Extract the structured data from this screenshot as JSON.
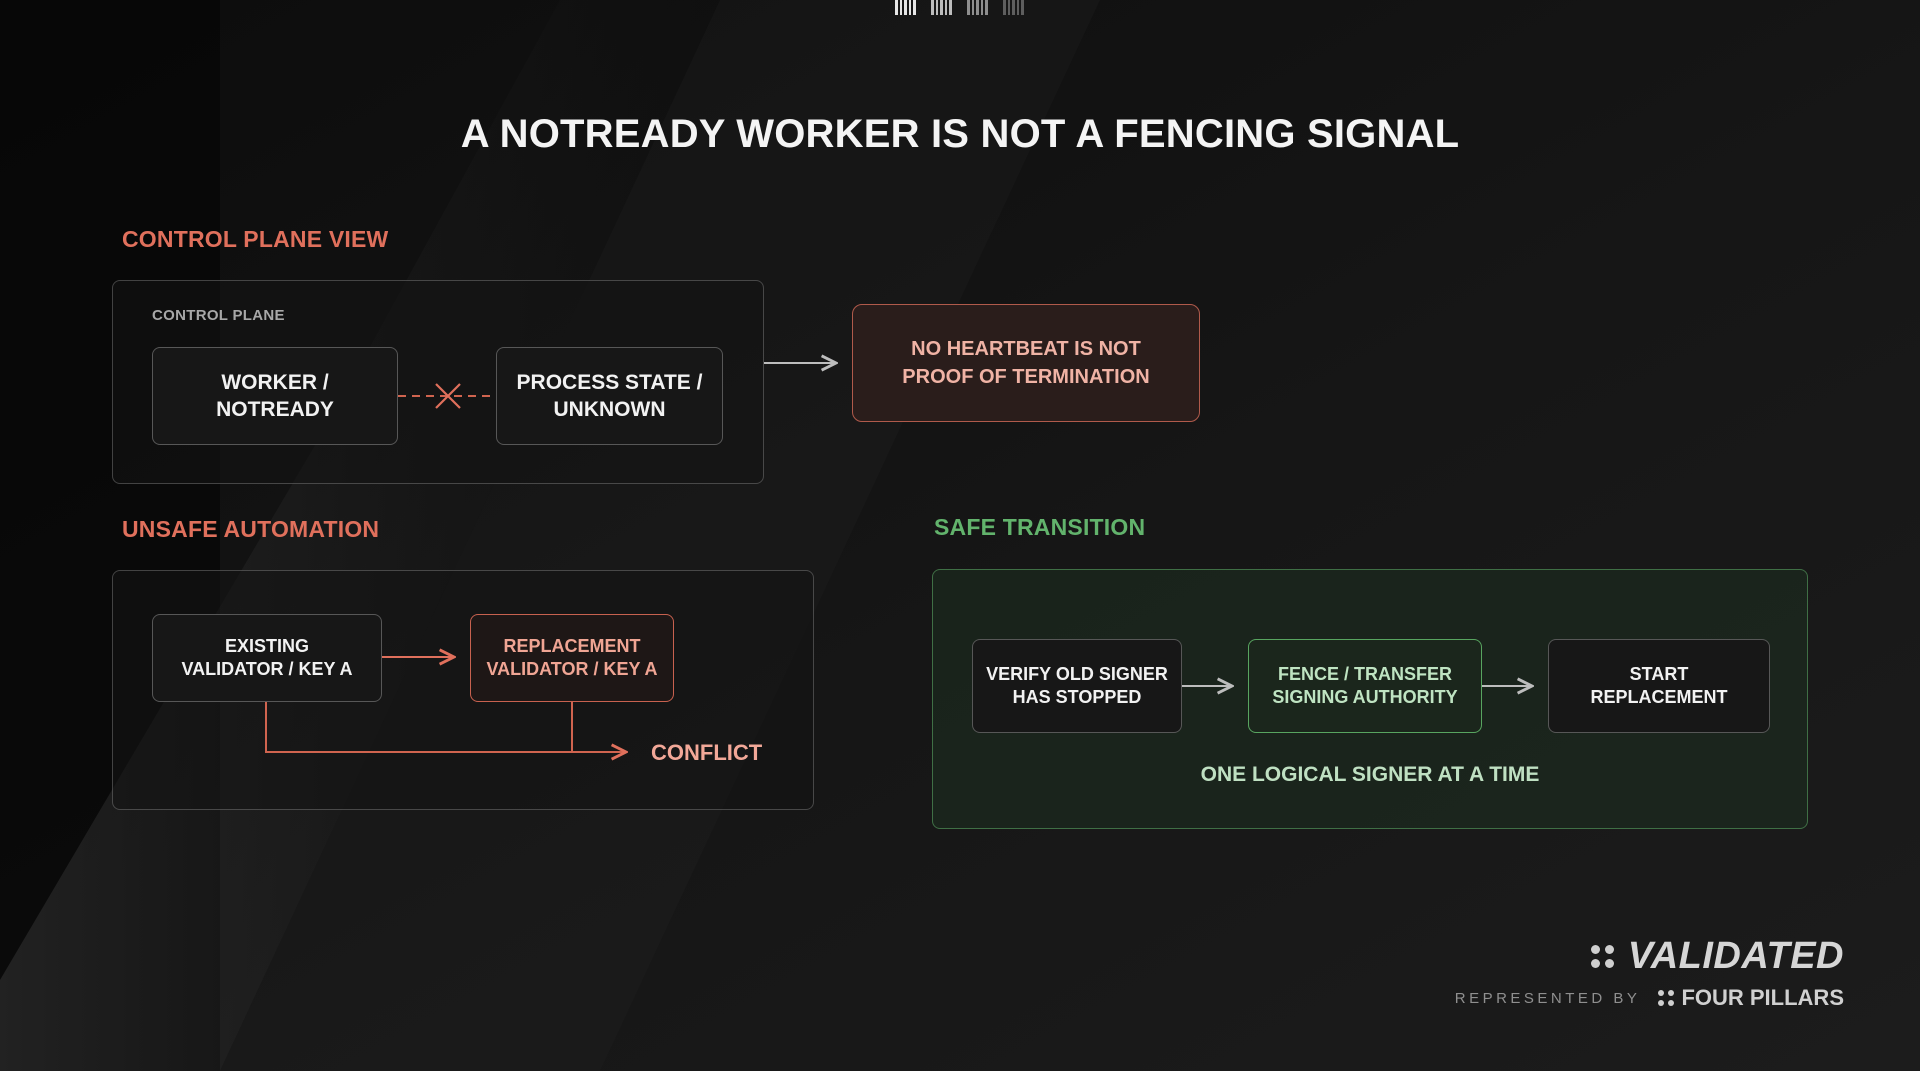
{
  "title": "A NOTREADY WORKER IS NOT A FENCING SIGNAL",
  "control_plane_view": {
    "section_label": "CONTROL PLANE VIEW",
    "panel_label": "CONTROL PLANE",
    "worker_node": [
      "WORKER /",
      "NOTREADY"
    ],
    "process_node": [
      "PROCESS STATE /",
      "UNKNOWN"
    ],
    "warning": [
      "NO HEARTBEAT IS NOT",
      "PROOF OF TERMINATION"
    ]
  },
  "unsafe_automation": {
    "section_label": "UNSAFE AUTOMATION",
    "existing_node": [
      "EXISTING",
      "VALIDATOR / KEY A"
    ],
    "replacement_node": [
      "REPLACEMENT",
      "VALIDATOR / KEY A"
    ],
    "conflict_label": "CONFLICT"
  },
  "safe_transition": {
    "section_label": "SAFE TRANSITION",
    "steps": [
      [
        "VERIFY OLD SIGNER",
        "HAS STOPPED"
      ],
      [
        "FENCE / TRANSFER",
        "SIGNING AUTHORITY"
      ],
      [
        "START",
        "REPLACEMENT"
      ]
    ],
    "footer": "ONE LOGICAL SIGNER AT A TIME"
  },
  "branding": {
    "name": "VALIDATED",
    "represented_by": "REPRESENTED BY",
    "partner": "FOUR PILLARS"
  },
  "colors": {
    "accent_red": "#e0705c",
    "accent_green": "#62b36c",
    "background": "#141414"
  }
}
